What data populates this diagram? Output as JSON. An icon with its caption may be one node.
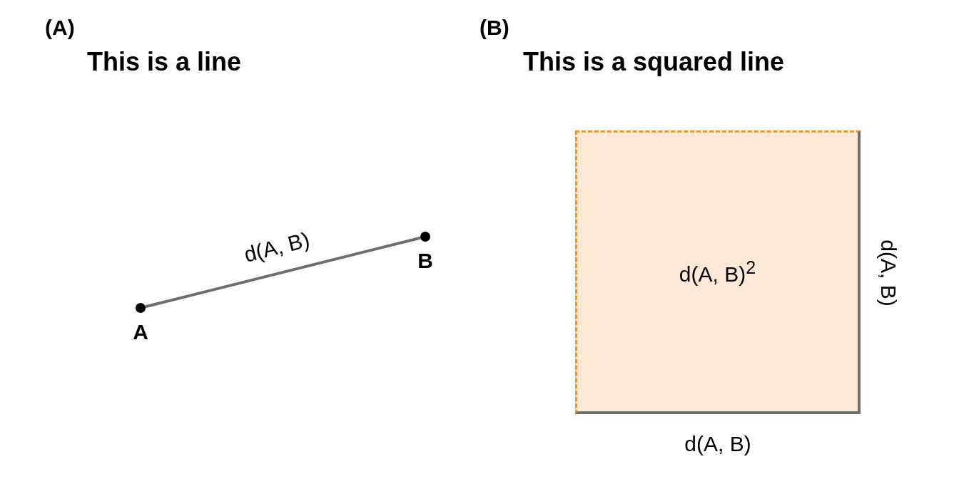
{
  "diagram": {
    "nodes": [
      {
        "text": [
          "A"
        ]
      },
      {
        "text": [
          "B"
        ]
      },
      {
        "text": [
          "d(A, B)$^{2}$"
        ]
      }
    ],
    "edges": [
      {
        "from": 0,
        "to": 1,
        "arrow": "none",
        "label": "d(A, B)",
        "color": "#6e6e6e"
      }
    ],
    "labels": [
      "(A)",
      "This is a line",
      "(B)",
      "This is a squared line",
      "d(A, B)",
      "d(A, B)"
    ]
  }
}
